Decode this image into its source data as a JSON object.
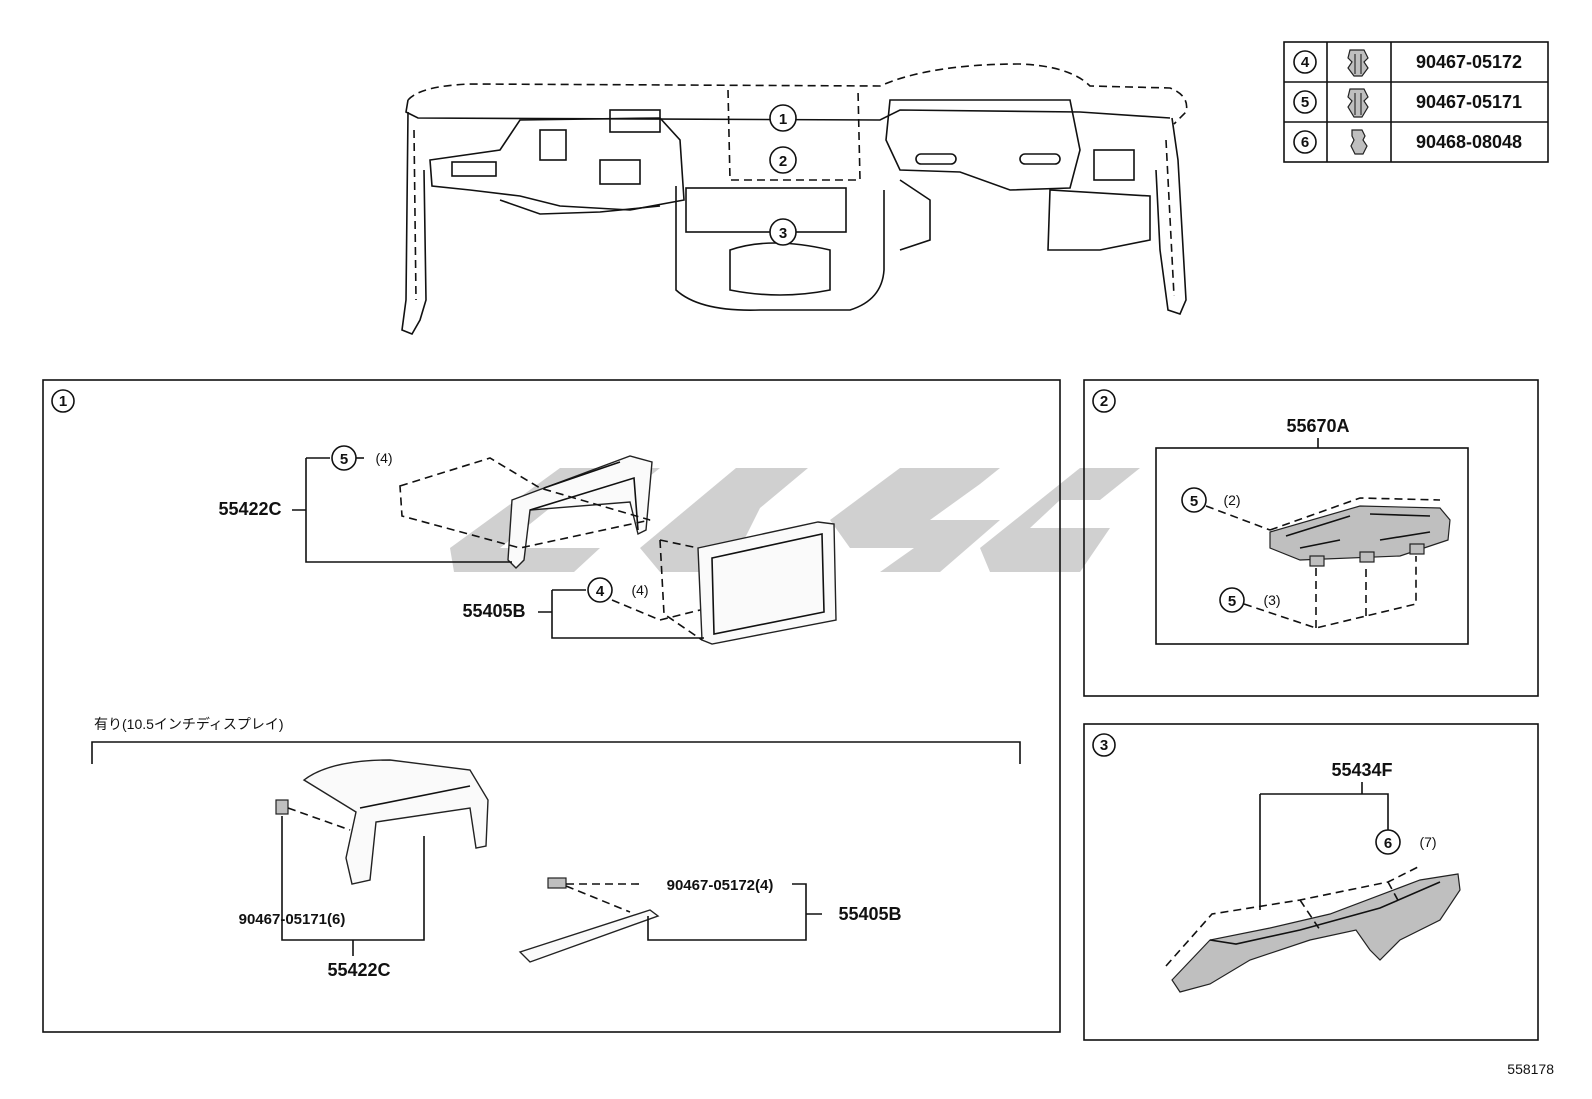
{
  "legend": {
    "rows": [
      {
        "ref": "4",
        "part": "90467-05172",
        "icon": "clip-icon"
      },
      {
        "ref": "5",
        "part": "90467-05171",
        "icon": "clip-icon"
      },
      {
        "ref": "6",
        "part": "90468-08048",
        "icon": "clip-icon"
      }
    ]
  },
  "overview": {
    "callouts": [
      "1",
      "2",
      "3"
    ]
  },
  "panel1": {
    "label": "1",
    "upper": {
      "bracket_part": "55422C",
      "bracket_clip_ref": "5",
      "bracket_clip_qty": "(4)",
      "frame_part": "55405B",
      "frame_clip_ref": "4",
      "frame_clip_qty": "(4)"
    },
    "variant_note": "有り(10.5インチディスプレイ)",
    "lower": {
      "clip_a": "90467-05171(6)",
      "part_a": "55422C",
      "clip_b": "90467-05172(4)",
      "part_b": "55405B"
    }
  },
  "panel2": {
    "label": "2",
    "part": "55670A",
    "clip1_ref": "5",
    "clip1_qty": "(2)",
    "clip2_ref": "5",
    "clip2_qty": "(3)"
  },
  "panel3": {
    "label": "3",
    "part": "55434F",
    "clip_ref": "6",
    "clip_qty": "(7)"
  },
  "footer_id": "558178"
}
